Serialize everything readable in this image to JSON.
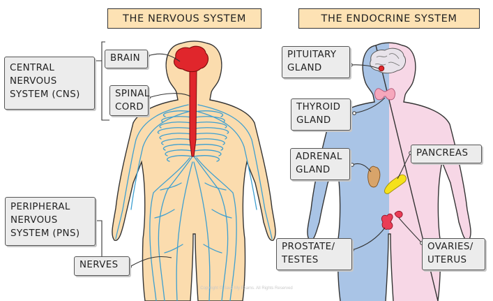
{
  "titles": {
    "nervous": "THE NERVOUS SYSTEM",
    "endocrine": "THE ENDOCRINE SYSTEM"
  },
  "nervous_labels": {
    "cns": "CENTRAL\nNERVOUS\nSYSTEM (CNS)",
    "brain": "BRAIN",
    "spinal_cord": "SPINAL\nCORD",
    "pns": "PERIPHERAL\nNERVOUS\nSYSTEM (PNS)",
    "nerves": "NERVES"
  },
  "endocrine_labels": {
    "pituitary": "PITUITARY\nGLAND",
    "thyroid": "THYROID\nGLAND",
    "adrenal": "ADRENAL\nGLAND",
    "pancreas": "PANCREAS",
    "prostate": "PROSTATE/\nTESTES",
    "ovaries": "OVARIES/\nUTERUS"
  },
  "copyright": "Copyright © Save My Exams. All Rights Reserved",
  "colors": {
    "title_bg": "#fde2b4",
    "skin": "#fbdcae",
    "nerve": "#3d9fd0",
    "cns_red": "#e0262c",
    "endo_blue": "#a9c4e6",
    "endo_pink": "#f7d7e6",
    "thyroid": "#f6a7bc",
    "adrenal": "#d8a46a",
    "pancreas": "#f5e11c",
    "organ_red": "#ea3d57"
  }
}
